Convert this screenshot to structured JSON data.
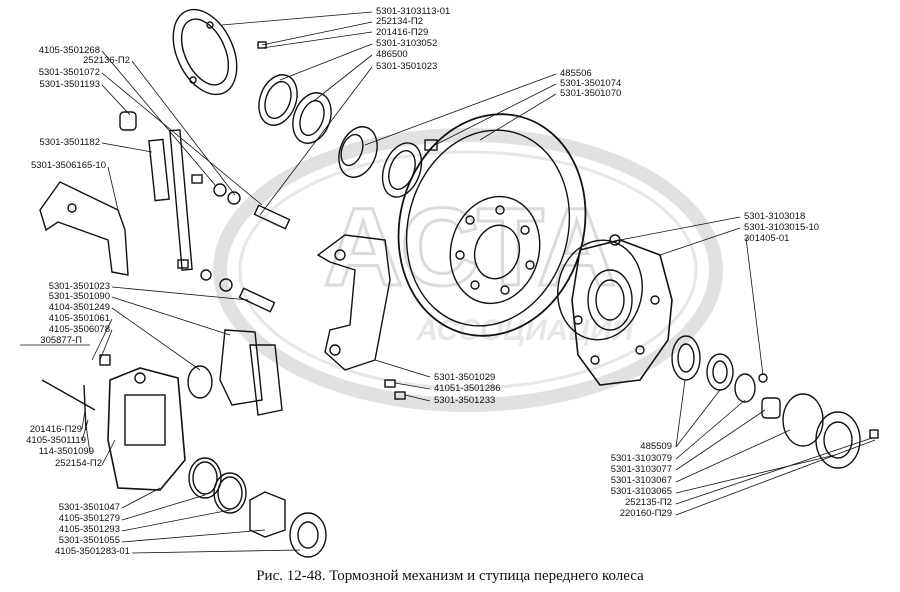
{
  "caption": "Рис. 12-48. Тормозной механизм и ступица переднего колеса",
  "watermark": {
    "line1": "АСТА",
    "line2": "АССОЦИАЦИЯ"
  },
  "labels": {
    "l01": "5301-3103113-01",
    "l02": "252134-П2",
    "l03": "201416-П29",
    "l04": "5301-3103052",
    "l05": "486500",
    "l06": "5301-3501023",
    "l07": "4105-3501268",
    "l08": "252136-П2",
    "l09": "5301-3501072",
    "l10": "5301-3501193",
    "l11": "485506",
    "l12": "5301-3501074",
    "l13": "5301-3501070",
    "l14": "5301-3501182",
    "l15": "5301-3506165-10",
    "l16": "5301-3103018",
    "l17": "5301-3103015-10",
    "l18": "301405-01",
    "l19": "5301-3501023",
    "l20": "5301-3501090",
    "l21": "4104-3501249",
    "l22": "4105-3501061",
    "l23": "4105-3506078",
    "l24": "305877-П",
    "l25": "5301-3501029",
    "l26": "41051-3501286",
    "l27": "5301-3501233",
    "l28": "201416-П29",
    "l29": "4105-3501119",
    "l30": "114-3501099",
    "l31": "252154-П2",
    "l32": "485509",
    "l33": "5301-3103079",
    "l34": "5301-3103077",
    "l35": "5301-3103067",
    "l36": "5301-3103065",
    "l37": "252135-П2",
    "l38": "220160-П29",
    "l39": "5301-3501047",
    "l40": "4105-3501279",
    "l41": "4105-3501293",
    "l42": "5301-3501055",
    "l43": "4105-3501283-01"
  }
}
